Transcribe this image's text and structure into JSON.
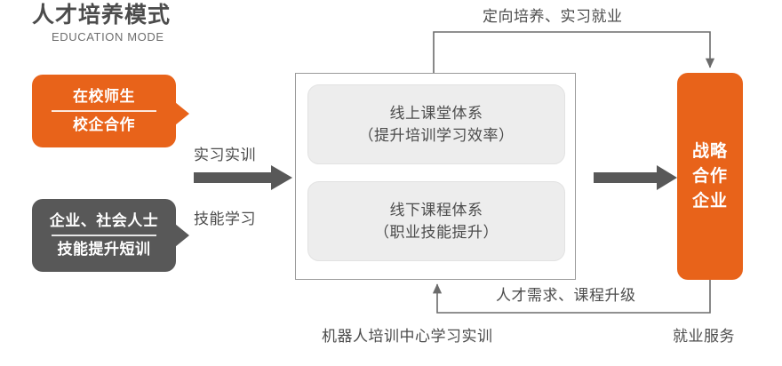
{
  "header": {
    "title": "人才培养模式",
    "subtitle": "EDUCATION MODE"
  },
  "colors": {
    "orange": "#e8631a",
    "dark_gray": "#585858",
    "text_gray": "#4c4c4c",
    "card_gray": "#ededed",
    "border_gray": "#9a9a9a"
  },
  "left_callouts": [
    {
      "name": "teachers-students",
      "line1": "在校师生",
      "line2": "校企合作",
      "color": "#e8631a"
    },
    {
      "name": "enterprise-society",
      "line1": "企业、社会人士",
      "line2": "技能提升短训",
      "color": "#585858"
    }
  ],
  "middle_arrow_labels": {
    "top": "实习实训",
    "bottom": "技能学习"
  },
  "center": {
    "cards": [
      {
        "name": "online-classroom",
        "line1": "线上课堂体系",
        "line2": "（提升培训学习效率）"
      },
      {
        "name": "offline-course",
        "line1": "线下课程体系",
        "line2": "（职业技能提升）"
      }
    ],
    "caption": "机器人培训中心学习实训"
  },
  "partner": {
    "lines": [
      "战略",
      "合作",
      "企业"
    ],
    "caption": "就业服务"
  },
  "connectors": {
    "top_label": "定向培养、实习就业",
    "bottom_label": "人才需求、课程升级"
  }
}
